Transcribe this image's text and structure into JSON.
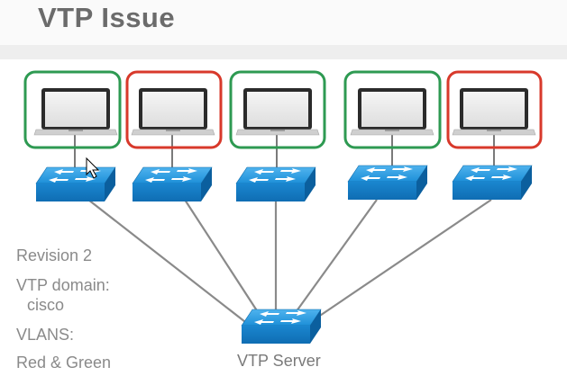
{
  "title": "VTP Issue",
  "info": {
    "revision": "Revision 2",
    "vtp_domain_label": "VTP domain:",
    "vtp_domain_value": "cisco",
    "vlans_label": "VLANS:",
    "vlans_value": "Red & Green"
  },
  "server_label": "VTP Server",
  "colors": {
    "green": "#2e9a52",
    "red": "#d8392b",
    "switch_blue": "#1f8fd6",
    "link_gray": "#8a8a8a"
  },
  "laptops": [
    {
      "border": "green"
    },
    {
      "border": "red"
    },
    {
      "border": "green"
    },
    {
      "border": "green"
    },
    {
      "border": "red"
    }
  ],
  "icons": [
    "laptop-icon",
    "switch-icon",
    "apple-logo-icon",
    "cursor-icon"
  ]
}
